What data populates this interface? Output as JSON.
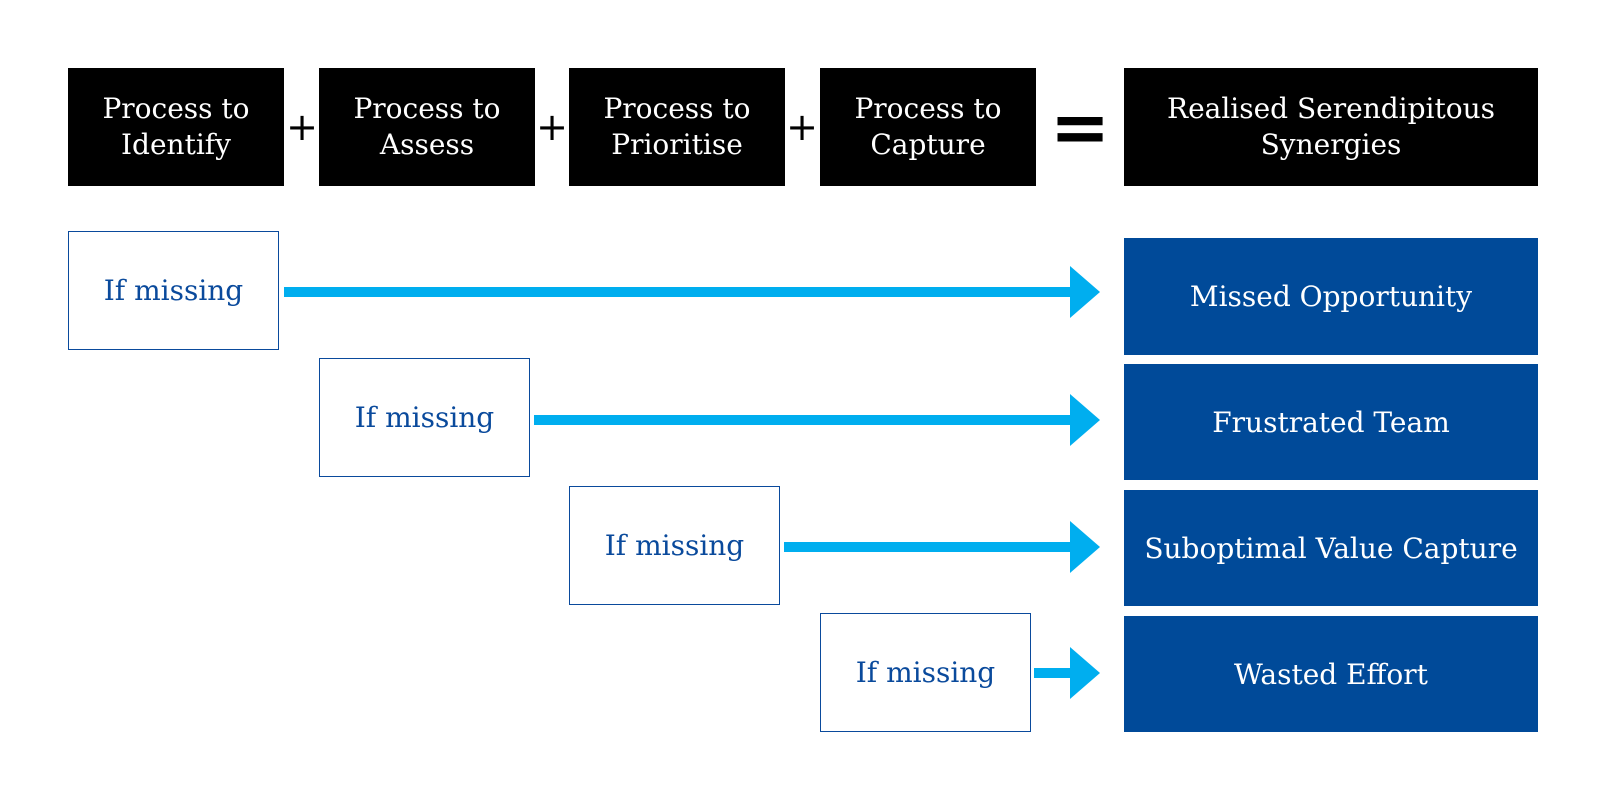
{
  "processes": [
    {
      "label": "Process to Identify"
    },
    {
      "label": "Process to Assess"
    },
    {
      "label": "Process to Prioritise"
    },
    {
      "label": "Process to Capture"
    }
  ],
  "operators": {
    "plus": "+",
    "equals": "="
  },
  "result": {
    "label": "Realised Serendipitous Synergies"
  },
  "missing_label": "If missing",
  "outcomes": [
    {
      "label": "Missed Opportunity"
    },
    {
      "label": "Frustrated Team"
    },
    {
      "label": "Suboptimal Value Capture"
    },
    {
      "label": "Wasted Effort"
    }
  ],
  "colors": {
    "process_bg": "#000000",
    "outcome_bg": "#004a99",
    "missing_border": "#0a4a9c",
    "arrow": "#00aeef"
  }
}
